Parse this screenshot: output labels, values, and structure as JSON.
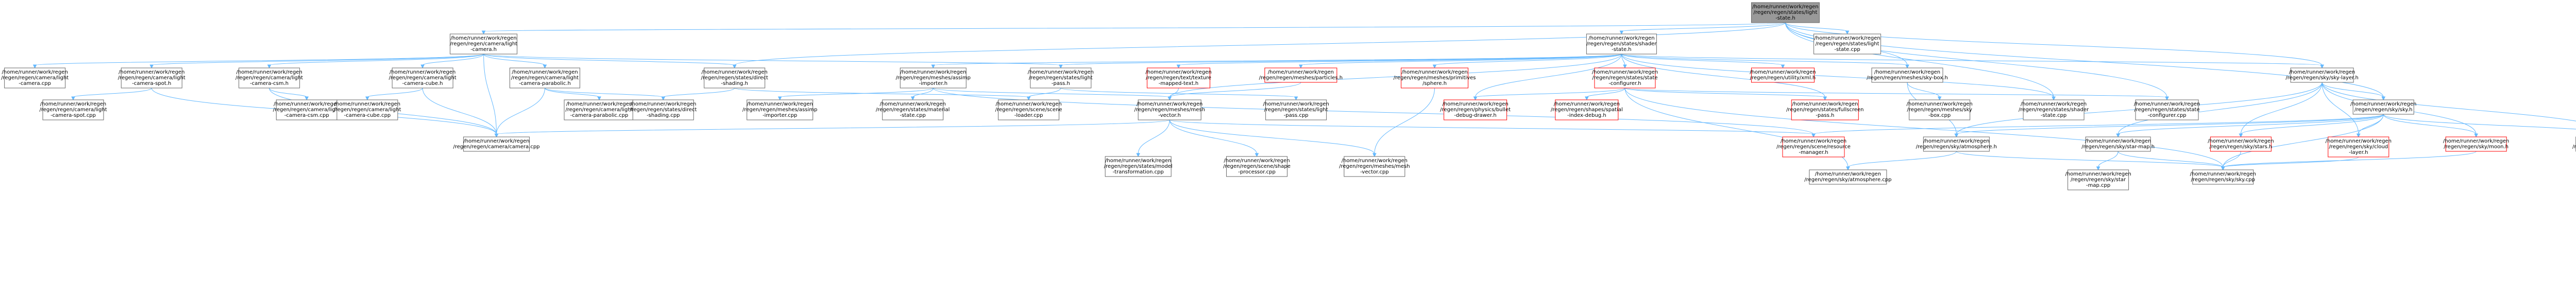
{
  "colors": {
    "node_border": "#666666",
    "node_fill": "#ffffff",
    "root_fill": "#999999",
    "root_border": "#666666",
    "missing_border": "#ff0000",
    "edge": "#63b8ff"
  },
  "nodes": [
    {
      "id": "root",
      "kind": "root",
      "lines": [
        "/home/runner/work/regen",
        "/regen/regen/states/light",
        "-state.h"
      ]
    },
    {
      "id": "camera_light_h",
      "kind": "normal",
      "lines": [
        "/home/runner/work/regen",
        "/regen/regen/camera/light",
        "-camera.h"
      ]
    },
    {
      "id": "light_state_cpp",
      "kind": "normal",
      "lines": [
        "/home/runner/work/regen",
        "/regen/regen/states/light",
        "-state.cpp"
      ]
    },
    {
      "id": "shader_state_h",
      "kind": "normal",
      "lines": [
        "/home/runner/work/regen",
        "/regen/regen/states/shader",
        "-state.h"
      ]
    },
    {
      "id": "light_camera_cpp",
      "kind": "normal",
      "lines": [
        "/home/runner/work/regen",
        "/regen/regen/camera/light",
        "-camera.cpp"
      ]
    },
    {
      "id": "light_camera_spot_h",
      "kind": "normal",
      "lines": [
        "/home/runner/work/regen",
        "/regen/regen/camera/light",
        "-camera-spot.h"
      ]
    },
    {
      "id": "light_camera_csm_h",
      "kind": "normal",
      "lines": [
        "/home/runner/work/regen",
        "/regen/regen/camera/light",
        "-camera-csm.h"
      ]
    },
    {
      "id": "light_camera_cube_h",
      "kind": "normal",
      "lines": [
        "/home/runner/work/regen",
        "/regen/regen/camera/light",
        "-camera-cube.h"
      ]
    },
    {
      "id": "light_camera_parabolic_h",
      "kind": "normal",
      "lines": [
        "/home/runner/work/regen",
        "/regen/regen/camera/light",
        "-camera-parabolic.h"
      ]
    },
    {
      "id": "direct_shading_h",
      "kind": "normal",
      "lines": [
        "/home/runner/work/regen",
        "/regen/regen/states/direct",
        "-shading.h"
      ]
    },
    {
      "id": "assimp_importer_h",
      "kind": "normal",
      "lines": [
        "/home/runner/work/regen",
        "/regen/regen/meshes/assimp",
        "-importer.h"
      ]
    },
    {
      "id": "light_pass_h",
      "kind": "normal",
      "lines": [
        "/home/runner/work/regen",
        "/regen/regen/states/light",
        "-pass.h"
      ]
    },
    {
      "id": "texture_mapped_text_h",
      "kind": "missing",
      "lines": [
        "/home/runner/work/regen",
        "/regen/regen/text/texture",
        "-mapped-text.h"
      ]
    },
    {
      "id": "particles_h",
      "kind": "missing",
      "lines": [
        "/home/runner/work/regen",
        "/regen/regen/meshes/particles.h"
      ]
    },
    {
      "id": "primitives_sphere_h",
      "kind": "missing",
      "lines": [
        "/home/runner/work/regen",
        "/regen/regen/meshes/primitives",
        "/sphere.h"
      ]
    },
    {
      "id": "state_configurer_h",
      "kind": "missing",
      "lines": [
        "/home/runner/work/regen",
        "/regen/regen/states/state",
        "-configurer.h"
      ]
    },
    {
      "id": "xml_h",
      "kind": "missing",
      "lines": [
        "/home/runner/work/regen",
        "/regen/regen/utility/xml.h"
      ]
    },
    {
      "id": "sky_box_h",
      "kind": "normal",
      "lines": [
        "/home/runner/work/regen",
        "/regen/regen/meshes/sky-box.h"
      ]
    },
    {
      "id": "sky_layer_h",
      "kind": "normal",
      "lines": [
        "/home/runner/work/regen",
        "/regen/regen/sky/sky-layer.h"
      ]
    },
    {
      "id": "light_camera_spot_cpp",
      "kind": "normal",
      "lines": [
        "/home/runner/work/regen",
        "/regen/regen/camera/light",
        "-camera-spot.cpp"
      ]
    },
    {
      "id": "light_camera_csm_cpp",
      "kind": "normal",
      "lines": [
        "/home/runner/work/regen",
        "/regen/regen/camera/light",
        "-camera-csm.cpp"
      ]
    },
    {
      "id": "light_camera_cube_cpp",
      "kind": "normal",
      "lines": [
        "/home/runner/work/regen",
        "/regen/regen/camera/light",
        "-camera-cube.cpp"
      ]
    },
    {
      "id": "light_camera_parabolic_cpp",
      "kind": "normal",
      "lines": [
        "/home/runner/work/regen",
        "/regen/regen/camera/light",
        "-camera-parabolic.cpp"
      ]
    },
    {
      "id": "direct_shading_cpp",
      "kind": "normal",
      "lines": [
        "/home/runner/work/regen",
        "/regen/regen/states/direct",
        "-shading.cpp"
      ]
    },
    {
      "id": "assimp_importer_cpp",
      "kind": "normal",
      "lines": [
        "/home/runner/work/regen",
        "/regen/regen/meshes/assimp",
        "-importer.cpp"
      ]
    },
    {
      "id": "material_state_cpp",
      "kind": "normal",
      "lines": [
        "/home/runner/work/regen",
        "/regen/regen/states/material",
        "-state.cpp"
      ]
    },
    {
      "id": "scene_loader_cpp",
      "kind": "normal",
      "lines": [
        "/home/runner/work/regen",
        "/regen/regen/scene/scene",
        "-loader.cpp"
      ]
    },
    {
      "id": "mesh_vector_h",
      "kind": "normal",
      "lines": [
        "/home/runner/work/regen",
        "/regen/regen/meshes/mesh",
        "-vector.h"
      ]
    },
    {
      "id": "light_pass_cpp",
      "kind": "normal",
      "lines": [
        "/home/runner/work/regen",
        "/regen/regen/states/light",
        "-pass.cpp"
      ]
    },
    {
      "id": "bullet_debug_drawer_h",
      "kind": "missing",
      "lines": [
        "/home/runner/work/regen",
        "/regen/regen/physics/bullet",
        "-debug-drawer.h"
      ]
    },
    {
      "id": "spatial_index_debug_h",
      "kind": "missing",
      "lines": [
        "/home/runner/work/regen",
        "/regen/regen/shapes/spatial",
        "-index-debug.h"
      ]
    },
    {
      "id": "fullscreen_pass_h",
      "kind": "missing",
      "lines": [
        "/home/runner/work/regen",
        "/regen/regen/states/fullscreen",
        "-pass.h"
      ]
    },
    {
      "id": "sky_box_cpp",
      "kind": "normal",
      "lines": [
        "/home/runner/work/regen",
        "/regen/regen/meshes/sky",
        "-box.cpp"
      ]
    },
    {
      "id": "shader_state_cpp",
      "kind": "normal",
      "lines": [
        "/home/runner/work/regen",
        "/regen/regen/states/shader",
        "-state.cpp"
      ]
    },
    {
      "id": "state_configurer_cpp",
      "kind": "normal",
      "lines": [
        "/home/runner/work/regen",
        "/regen/regen/states/state",
        "-configurer.cpp"
      ]
    },
    {
      "id": "sky_h",
      "kind": "normal",
      "lines": [
        "/home/runner/work/regen",
        "/regen/regen/sky/sky.h"
      ]
    },
    {
      "id": "camera_cpp",
      "kind": "normal",
      "lines": [
        "/home/runner/work/regen",
        "/regen/regen/camera/camera.cpp"
      ]
    },
    {
      "id": "model_transformation_cpp",
      "kind": "normal",
      "lines": [
        "/home/runner/work/regen",
        "/regen/regen/states/model",
        "-transformation.cpp"
      ]
    },
    {
      "id": "shape_processor_cpp",
      "kind": "normal",
      "lines": [
        "/home/runner/work/regen",
        "/regen/regen/scene/shape",
        "-processor.cpp"
      ]
    },
    {
      "id": "mesh_vector_cpp",
      "kind": "normal",
      "lines": [
        "/home/runner/work/regen",
        "/regen/regen/meshes/mesh",
        "-vector.cpp"
      ]
    },
    {
      "id": "resource_manager_h",
      "kind": "missing",
      "lines": [
        "/home/runner/work/regen",
        "/regen/regen/scene/resource",
        "-manager.h"
      ]
    },
    {
      "id": "atmosphere_h",
      "kind": "normal",
      "lines": [
        "/home/runner/work/regen",
        "/regen/regen/sky/atmosphere.h"
      ]
    },
    {
      "id": "star_map_h",
      "kind": "normal",
      "lines": [
        "/home/runner/work/regen",
        "/regen/regen/sky/star-map.h"
      ]
    },
    {
      "id": "stars_h",
      "kind": "missing",
      "lines": [
        "/home/runner/work/regen",
        "/regen/regen/sky/stars.h"
      ]
    },
    {
      "id": "cloud_layer_h",
      "kind": "missing",
      "lines": [
        "/home/runner/work/regen",
        "/regen/regen/sky/cloud",
        "-layer.h"
      ]
    },
    {
      "id": "moon_h",
      "kind": "missing",
      "lines": [
        "/home/runner/work/regen",
        "/regen/regen/sky/moon.h"
      ]
    },
    {
      "id": "sky_layer_cpp",
      "kind": "normal",
      "lines": [
        "/home/runner/work/regen",
        "/regen/regen/sky/sky-layer.cpp"
      ]
    },
    {
      "id": "atmosphere_cpp",
      "kind": "normal",
      "lines": [
        "/home/runner/work/regen",
        "/regen/regen/sky/atmosphere.cpp"
      ]
    },
    {
      "id": "star_map_cpp",
      "kind": "normal",
      "lines": [
        "/home/runner/work/regen",
        "/regen/regen/sky/star",
        "-map.cpp"
      ]
    },
    {
      "id": "sky_cpp",
      "kind": "normal",
      "lines": [
        "/home/runner/work/regen",
        "/regen/regen/sky/sky.cpp"
      ]
    }
  ],
  "edges": [
    [
      "root",
      "camera_light_h"
    ],
    [
      "root",
      "light_state_cpp"
    ],
    [
      "root",
      "shader_state_h"
    ],
    [
      "root",
      "direct_shading_h"
    ],
    [
      "root",
      "sky_layer_h"
    ],
    [
      "root",
      "sky_h"
    ],
    [
      "root",
      "shader_state_cpp"
    ],
    [
      "root",
      "state_configurer_cpp"
    ],
    [
      "root",
      "sky_box_h"
    ],
    [
      "camera_light_h",
      "light_camera_cpp"
    ],
    [
      "camera_light_h",
      "light_camera_spot_h"
    ],
    [
      "camera_light_h",
      "light_camera_csm_h"
    ],
    [
      "camera_light_h",
      "light_camera_cube_h"
    ],
    [
      "camera_light_h",
      "light_camera_parabolic_h"
    ],
    [
      "camera_light_h",
      "direct_shading_h"
    ],
    [
      "camera_light_h",
      "light_pass_h"
    ],
    [
      "camera_light_h",
      "camera_cpp"
    ],
    [
      "light_camera_spot_h",
      "light_camera_spot_cpp"
    ],
    [
      "light_camera_spot_h",
      "camera_cpp"
    ],
    [
      "light_camera_csm_h",
      "light_camera_csm_cpp"
    ],
    [
      "light_camera_csm_h",
      "camera_cpp"
    ],
    [
      "light_camera_cube_h",
      "light_camera_cube_cpp"
    ],
    [
      "light_camera_cube_h",
      "camera_cpp"
    ],
    [
      "light_camera_parabolic_h",
      "light_camera_parabolic_cpp"
    ],
    [
      "light_camera_parabolic_h",
      "camera_cpp"
    ],
    [
      "light_camera_parabolic_h",
      "direct_shading_cpp"
    ],
    [
      "direct_shading_h",
      "direct_shading_cpp"
    ],
    [
      "direct_shading_h",
      "scene_loader_cpp"
    ],
    [
      "shader_state_h",
      "assimp_importer_h"
    ],
    [
      "shader_state_h",
      "light_pass_h"
    ],
    [
      "shader_state_h",
      "texture_mapped_text_h"
    ],
    [
      "shader_state_h",
      "particles_h"
    ],
    [
      "shader_state_h",
      "primitives_sphere_h"
    ],
    [
      "shader_state_h",
      "state_configurer_h"
    ],
    [
      "shader_state_h",
      "xml_h"
    ],
    [
      "shader_state_h",
      "sky_box_h"
    ],
    [
      "shader_state_h",
      "sky_layer_h"
    ],
    [
      "shader_state_h",
      "shader_state_cpp"
    ],
    [
      "shader_state_h",
      "bullet_debug_drawer_h"
    ],
    [
      "shader_state_h",
      "fullscreen_pass_h"
    ],
    [
      "shader_state_h",
      "mesh_vector_h"
    ],
    [
      "assimp_importer_h",
      "assimp_importer_cpp"
    ],
    [
      "assimp_importer_h",
      "material_state_cpp"
    ],
    [
      "assimp_importer_h",
      "mesh_vector_h"
    ],
    [
      "assimp_importer_h",
      "resource_manager_h"
    ],
    [
      "light_pass_h",
      "light_pass_cpp"
    ],
    [
      "light_pass_h",
      "scene_loader_cpp"
    ],
    [
      "texture_mapped_text_h",
      "mesh_vector_h"
    ],
    [
      "particles_h",
      "mesh_vector_h"
    ],
    [
      "primitives_sphere_h",
      "mesh_vector_cpp"
    ],
    [
      "state_configurer_h",
      "bullet_debug_drawer_h"
    ],
    [
      "state_configurer_h",
      "spatial_index_debug_h"
    ],
    [
      "state_configurer_h",
      "fullscreen_pass_h"
    ],
    [
      "state_configurer_h",
      "state_configurer_cpp"
    ],
    [
      "state_configurer_h",
      "atmosphere_cpp"
    ],
    [
      "state_configurer_h",
      "sky_cpp"
    ],
    [
      "sky_box_h",
      "sky_box_cpp"
    ],
    [
      "sky_box_h",
      "atmosphere_h"
    ],
    [
      "mesh_vector_h",
      "camera_cpp"
    ],
    [
      "mesh_vector_h",
      "model_transformation_cpp"
    ],
    [
      "mesh_vector_h",
      "shape_processor_cpp"
    ],
    [
      "mesh_vector_h",
      "mesh_vector_cpp"
    ],
    [
      "mesh_vector_h",
      "resource_manager_h"
    ],
    [
      "sky_layer_h",
      "sky_h"
    ],
    [
      "sky_layer_h",
      "sky_layer_cpp"
    ],
    [
      "sky_layer_h",
      "atmosphere_h"
    ],
    [
      "sky_layer_h",
      "star_map_h"
    ],
    [
      "sky_layer_h",
      "stars_h"
    ],
    [
      "sky_layer_h",
      "cloud_layer_h"
    ],
    [
      "sky_layer_h",
      "moon_h"
    ],
    [
      "sky_h",
      "resource_manager_h"
    ],
    [
      "sky_h",
      "atmosphere_h"
    ],
    [
      "sky_h",
      "star_map_h"
    ],
    [
      "sky_h",
      "stars_h"
    ],
    [
      "sky_h",
      "cloud_layer_h"
    ],
    [
      "sky_h",
      "moon_h"
    ],
    [
      "sky_h",
      "sky_layer_cpp"
    ],
    [
      "sky_h",
      "sky_cpp"
    ],
    [
      "atmosphere_h",
      "atmosphere_cpp"
    ],
    [
      "atmosphere_h",
      "sky_cpp"
    ],
    [
      "star_map_h",
      "star_map_cpp"
    ],
    [
      "star_map_h",
      "sky_cpp"
    ],
    [
      "stars_h",
      "sky_cpp"
    ],
    [
      "cloud_layer_h",
      "sky_cpp"
    ],
    [
      "moon_h",
      "sky_cpp"
    ]
  ]
}
